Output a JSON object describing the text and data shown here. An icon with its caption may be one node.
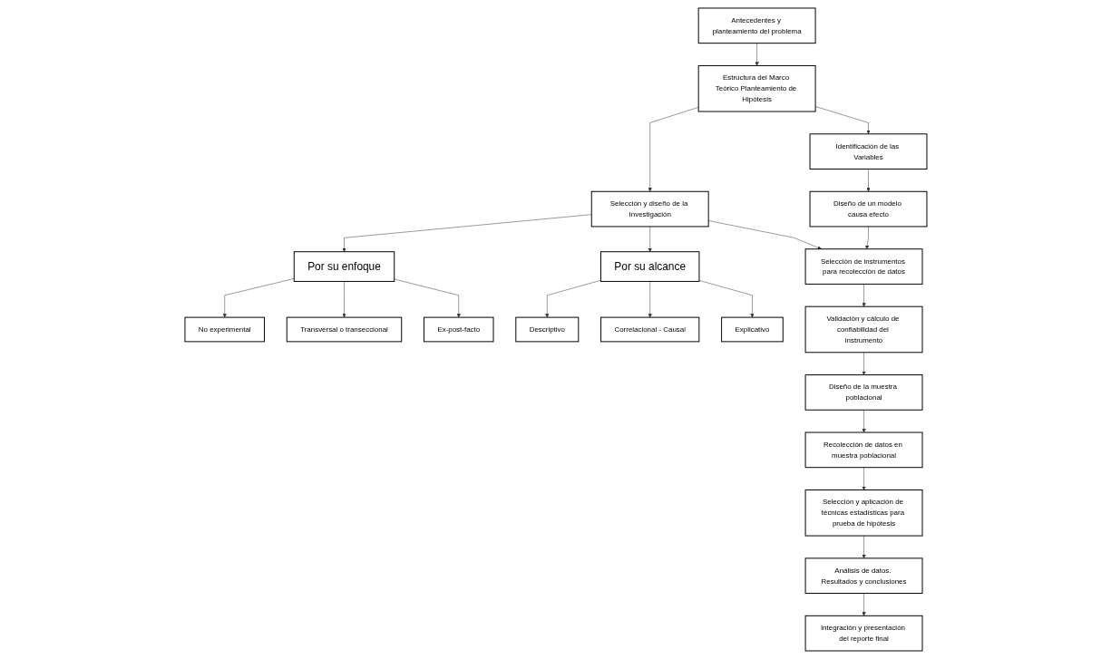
{
  "diagram": {
    "nodes": [
      {
        "text": [
          "Antecedentes y planteamiento del problema"
        ]
      },
      {
        "text": [
          "Estructura del Marco Teórico Planteamiento de Hipótesis"
        ]
      },
      {
        "text": [
          "Selección y diseño de la Investigación"
        ]
      },
      {
        "text": [
          "Recolección de datos en muestra poblacional"
        ]
      },
      {
        "text": [
          "Selección y aplicación de técnicas estadísticas para prueba de hipótesis"
        ]
      },
      {
        "text": [
          "Análisis de datos. Resultados y conclusiones"
        ]
      },
      {
        "text": [
          "Integración y presentación del reporte final"
        ]
      },
      {
        "text": [
          "Por su enfoque"
        ]
      },
      {
        "text": [
          "No experimental"
        ]
      },
      {
        "text": [
          "Transversal o transeccional"
        ]
      },
      {
        "text": [
          "Ex-post-facto"
        ]
      },
      {
        "text": [
          "Por su alcance"
        ]
      },
      {
        "text": [
          "Descriptivo"
        ]
      },
      {
        "text": [
          "Correlacional - Causal"
        ]
      },
      {
        "text": [
          "Explicativo"
        ]
      },
      {
        "text": [
          "Identificación de las Variables"
        ]
      },
      {
        "text": [
          "Diseño de un modelo causa efecto"
        ]
      },
      {
        "text": [
          "Selección de instrumentos para recolección de datos"
        ]
      },
      {
        "text": [
          "Validación y cálculo de confiabilidad del instrumento"
        ]
      },
      {
        "text": [
          "Diseño de la muestra poblacional"
        ]
      }
    ],
    "edges": [
      {
        "from": 0,
        "to": 1,
        "arrow": "to"
      },
      {
        "from": 1,
        "to": 2,
        "arrow": "to"
      },
      {
        "from": 1,
        "to": 15,
        "arrow": "to"
      },
      {
        "from": 2,
        "to": 7,
        "arrow": "to"
      },
      {
        "from": 2,
        "to": 11,
        "arrow": "to"
      },
      {
        "from": 2,
        "to": 17,
        "arrow": "to"
      },
      {
        "from": 7,
        "to": 8,
        "arrow": "to"
      },
      {
        "from": 7,
        "to": 9,
        "arrow": "to"
      },
      {
        "from": 7,
        "to": 10,
        "arrow": "to"
      },
      {
        "from": 11,
        "to": 12,
        "arrow": "to"
      },
      {
        "from": 11,
        "to": 13,
        "arrow": "to"
      },
      {
        "from": 11,
        "to": 14,
        "arrow": "to"
      },
      {
        "from": 15,
        "to": 16,
        "arrow": "to"
      },
      {
        "from": 16,
        "to": 17,
        "arrow": "to"
      },
      {
        "from": 17,
        "to": 18,
        "arrow": "to"
      },
      {
        "from": 18,
        "to": 19,
        "arrow": "to"
      },
      {
        "from": 19,
        "to": 3,
        "arrow": "to"
      },
      {
        "from": 3,
        "to": 4,
        "arrow": "to"
      },
      {
        "from": 4,
        "to": 5,
        "arrow": "to"
      },
      {
        "from": 5,
        "to": 6,
        "arrow": "to"
      }
    ]
  }
}
